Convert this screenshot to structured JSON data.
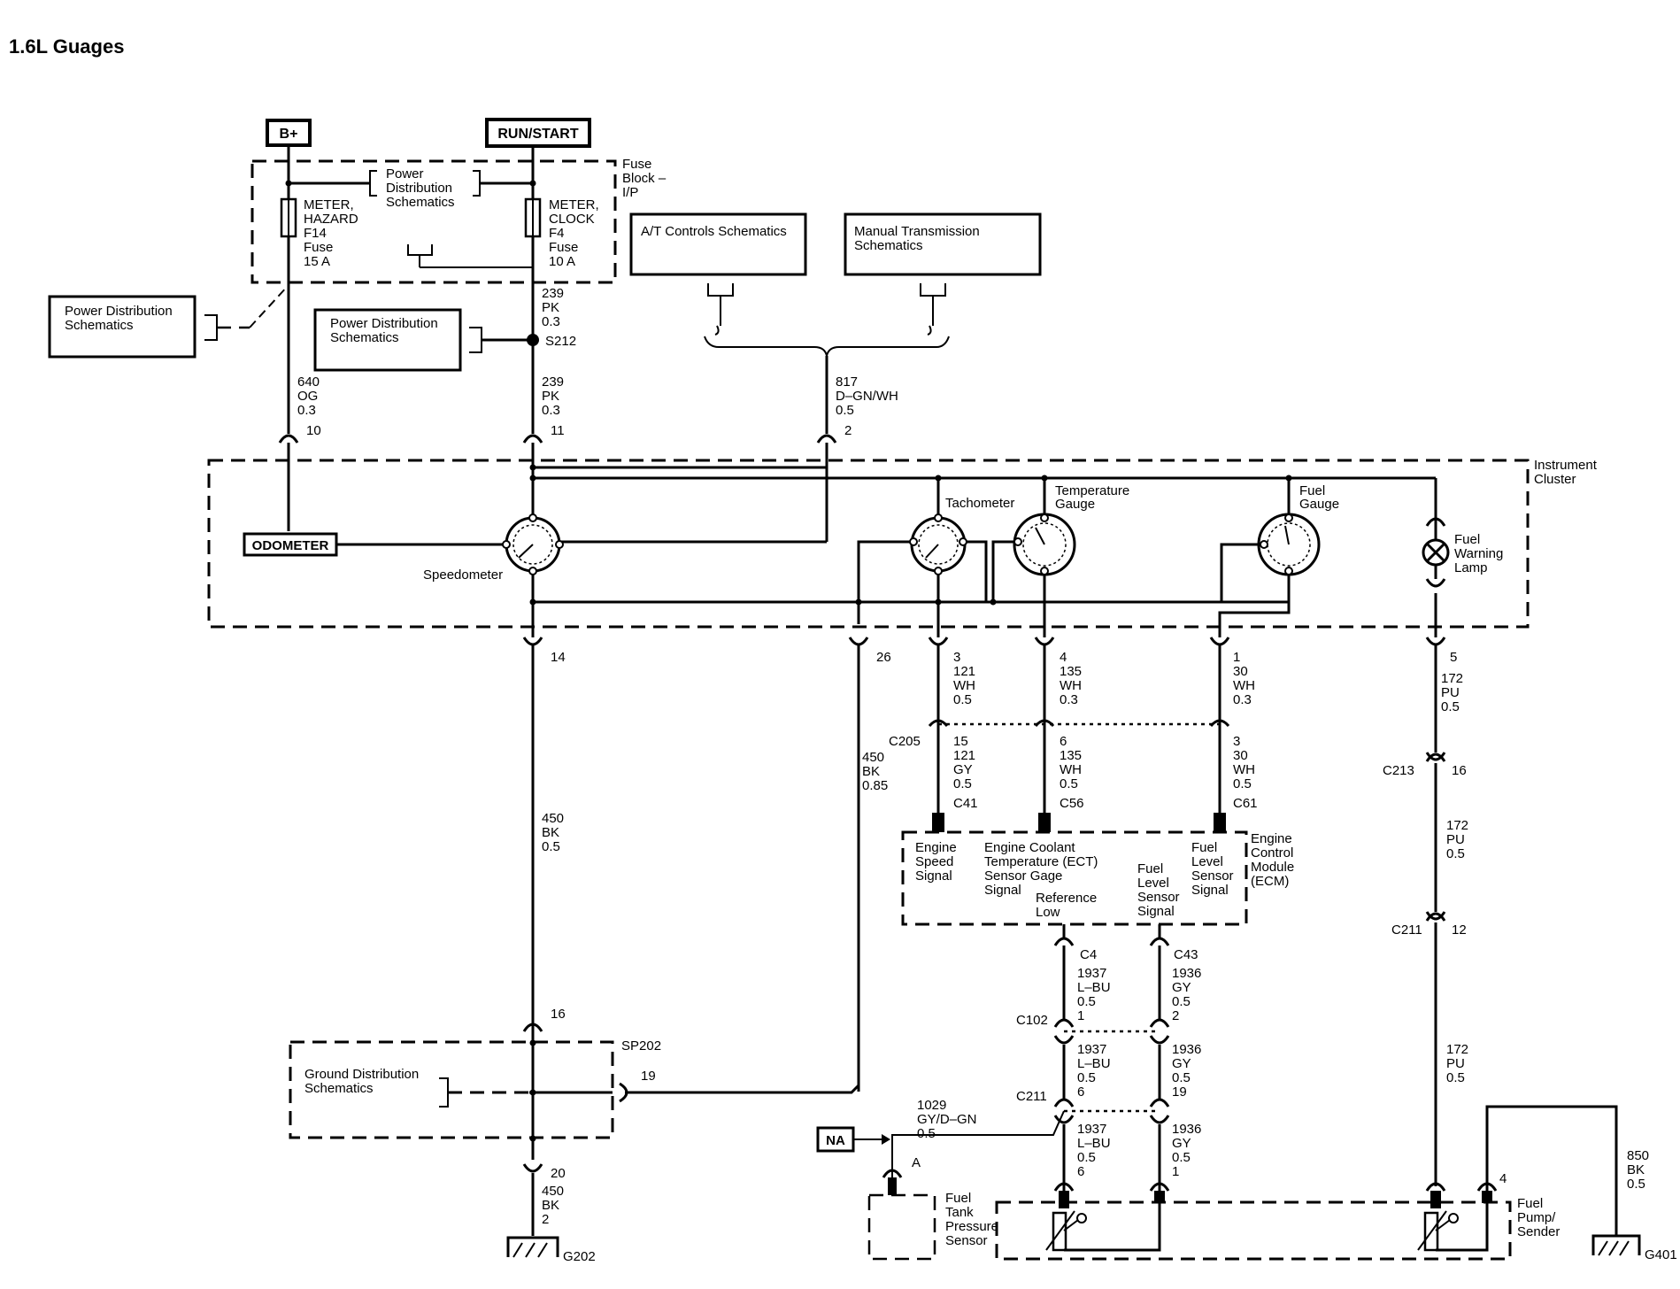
{
  "title": "1.6L Guages",
  "power": {
    "bplus": "B+",
    "runstart": "RUN/START"
  },
  "fuse_block": {
    "label": [
      "Fuse",
      "Block –",
      "I/P"
    ],
    "pds_inside": [
      "Power",
      "Distribution",
      "Schematics"
    ],
    "fuse_left": [
      "METER,",
      "HAZARD",
      "F14",
      "Fuse",
      "15 A"
    ],
    "fuse_right": [
      "METER,",
      "CLOCK",
      "F4",
      "Fuse",
      "10 A"
    ]
  },
  "pds_left": [
    "Power Distribution",
    "Schematics"
  ],
  "pds_mid": [
    "Power Distribution",
    "Schematics"
  ],
  "at_box": "A/T Controls Schematics",
  "mt_box": [
    "Manual Transmission",
    "Schematics"
  ],
  "splice_s212": "S212",
  "wires": {
    "w239a": [
      "239",
      "PK",
      "0.3"
    ],
    "w239b": [
      "239",
      "PK",
      "0.3"
    ],
    "w640": [
      "640",
      "OG",
      "0.3"
    ],
    "w817": [
      "817",
      "D–GN/WH",
      "0.5"
    ],
    "w450a": [
      "450",
      "BK",
      "0.85"
    ],
    "w450b": [
      "450",
      "BK",
      "0.5"
    ],
    "w450c": [
      "450",
      "BK",
      "2"
    ],
    "w121a": [
      "3",
      "121",
      "WH",
      "0.5"
    ],
    "w135a": [
      "4",
      "135",
      "WH",
      "0.3"
    ],
    "w30a": [
      "1",
      "30",
      "WH",
      "0.3"
    ],
    "w172a": [
      "5",
      "172",
      "PU",
      "0.5"
    ],
    "w121b": [
      "15",
      "121",
      "GY",
      "0.5"
    ],
    "w135b": [
      "6",
      "135",
      "WH",
      "0.5"
    ],
    "w30b": [
      "3",
      "30",
      "WH",
      "0.5"
    ],
    "w172b": [
      "172",
      "PU",
      "0.5"
    ],
    "w172c": [
      "172",
      "PU",
      "0.5"
    ],
    "w1937a": [
      "1937",
      "L–BU",
      "0.5"
    ],
    "w1936a": [
      "1936",
      "GY",
      "0.5"
    ],
    "w1937b": [
      "1937",
      "L–BU",
      "0.5"
    ],
    "w1936b": [
      "1936",
      "GY",
      "0.5"
    ],
    "w1937c": [
      "1937",
      "L–BU",
      "0.5"
    ],
    "w1936c": [
      "1936",
      "GY",
      "0.5"
    ],
    "w1029": [
      "1029",
      "GY/D–GN",
      "0.5"
    ],
    "w850": [
      "850",
      "BK",
      "0.5"
    ]
  },
  "pins": {
    "p10": "10",
    "p11": "11",
    "p2": "2",
    "p14": "14",
    "p26": "26",
    "p16a": "16",
    "p16b": "16",
    "p12": "12",
    "p19": "19",
    "p20": "20",
    "p1a": "1",
    "p2b": "2",
    "p6a": "6",
    "p19b": "19",
    "p6b": "6",
    "p1b": "1",
    "p4": "4",
    "pA": "A"
  },
  "connectors": {
    "c205": "C205",
    "c213": "C213",
    "c211a": "C211",
    "c41": "C41",
    "c56": "C56",
    "c61": "C61",
    "c4": "C4",
    "c43": "C43",
    "c102": "C102",
    "c211b": "C211"
  },
  "cluster": {
    "label": [
      "Instrument",
      "Cluster"
    ],
    "odometer": "ODOMETER",
    "speedometer": "Speedometer",
    "tachometer": "Tachometer",
    "temp_gauge": [
      "Temperature",
      "Gauge"
    ],
    "fuel_gauge": [
      "Fuel",
      "Gauge"
    ],
    "fuel_lamp": [
      "Fuel",
      "Warning",
      "Lamp"
    ]
  },
  "ecm": {
    "label": [
      "Engine",
      "Control",
      "Module",
      "(ECM)"
    ],
    "engine_speed": [
      "Engine",
      "Speed",
      "Signal"
    ],
    "ect": [
      "Engine Coolant",
      "Temperature (ECT)",
      "Sensor Gage",
      "Signal"
    ],
    "ref_low": [
      "Reference",
      "Low"
    ],
    "fls_signal1": [
      "Fuel",
      "Level",
      "Sensor",
      "Signal"
    ],
    "fls_signal2": [
      "Fuel",
      "Level",
      "Sensor",
      "Signal"
    ]
  },
  "ground_box": [
    "Ground Distribution",
    "Schematics"
  ],
  "sp202": "SP202",
  "g202": "G202",
  "g401": "G401",
  "na": "NA",
  "ftps": [
    "Fuel",
    "Tank",
    "Pressure",
    "Sensor"
  ],
  "pump": [
    "Fuel",
    "Pump/",
    "Sender"
  ]
}
